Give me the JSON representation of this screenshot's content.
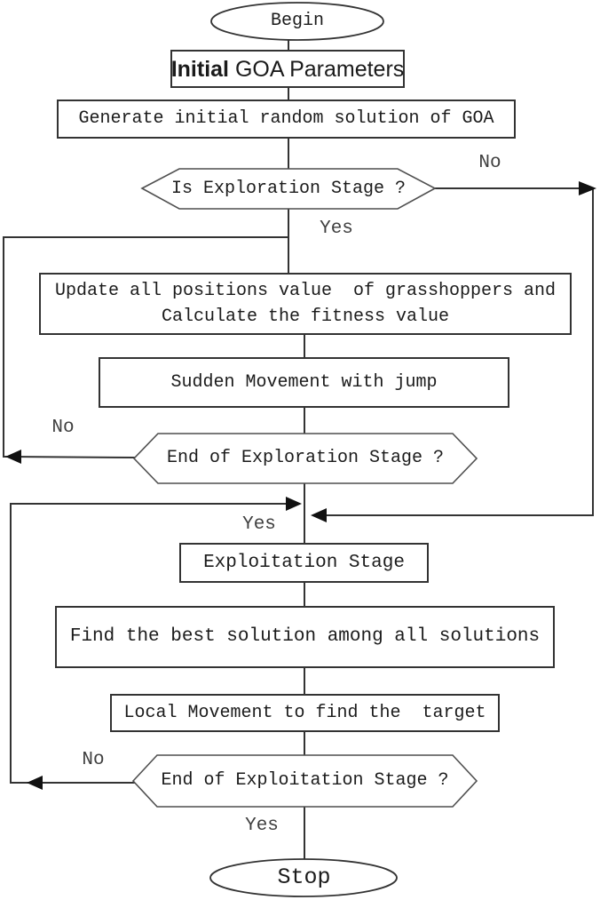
{
  "colors": {
    "stroke": "#333333",
    "hex-stroke": "#4f4f4f",
    "text": "#1b1b1b",
    "edge-label-text": "#3f3f3f",
    "background": "#ffffff"
  },
  "flowchart": {
    "nodes": {
      "begin": {
        "type": "terminator",
        "label": "Begin"
      },
      "init_params": {
        "type": "process",
        "label_bold": "Initial",
        "label_rest": " GOA Parameters"
      },
      "generate": {
        "type": "process",
        "label": "Generate initial random solution of GOA"
      },
      "is_exploration": {
        "type": "decision",
        "label": "Is Exploration Stage ?"
      },
      "update_positions": {
        "type": "process",
        "line1": "Update all positions value  of grasshoppers and",
        "line2": "Calculate the fitness value"
      },
      "sudden_movement": {
        "type": "process",
        "label": "Sudden Movement with jump"
      },
      "end_exploration": {
        "type": "decision",
        "label": "End of Exploration Stage ?"
      },
      "exploitation": {
        "type": "process",
        "label": "Exploitation Stage"
      },
      "find_best": {
        "type": "process",
        "label": "Find the best solution among all solutions"
      },
      "local_movement": {
        "type": "process",
        "label": "Local Movement to find the  target"
      },
      "end_exploitation": {
        "type": "decision",
        "label": "End of Exploitation Stage ?"
      },
      "stop": {
        "type": "terminator",
        "label": "Stop"
      }
    },
    "edge_labels": {
      "exploration_no": "No",
      "exploration_yes": "Yes",
      "end_exploration_no": "No",
      "merge_yes": "Yes",
      "end_exploitation_no": "No",
      "end_exploitation_yes": "Yes"
    }
  }
}
